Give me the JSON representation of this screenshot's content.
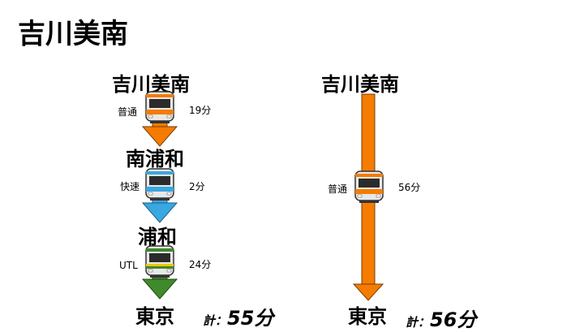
{
  "title": "吉川美南",
  "route_transfer": {
    "stations": [
      "吉川美南",
      "南浦和",
      "浦和",
      "東京"
    ],
    "legs": [
      {
        "type": "普通",
        "time": "19分",
        "color": "#f57c00",
        "train": "orange-train-icon"
      },
      {
        "type": "快速",
        "time": "2分",
        "color": "#3aa7e0",
        "train": "blue-train-icon"
      },
      {
        "type": "UTL",
        "time": "24分",
        "color": "#3f8a2c",
        "train": "green-train-icon"
      }
    ],
    "total_label": "計：",
    "total_value": "55分"
  },
  "route_direct": {
    "from": "吉川美南",
    "to": "東京",
    "leg": {
      "type": "普通",
      "time": "56分",
      "color": "#f57c00",
      "train": "orange-train-icon"
    },
    "total_label": "計：",
    "total_value": "56分"
  }
}
